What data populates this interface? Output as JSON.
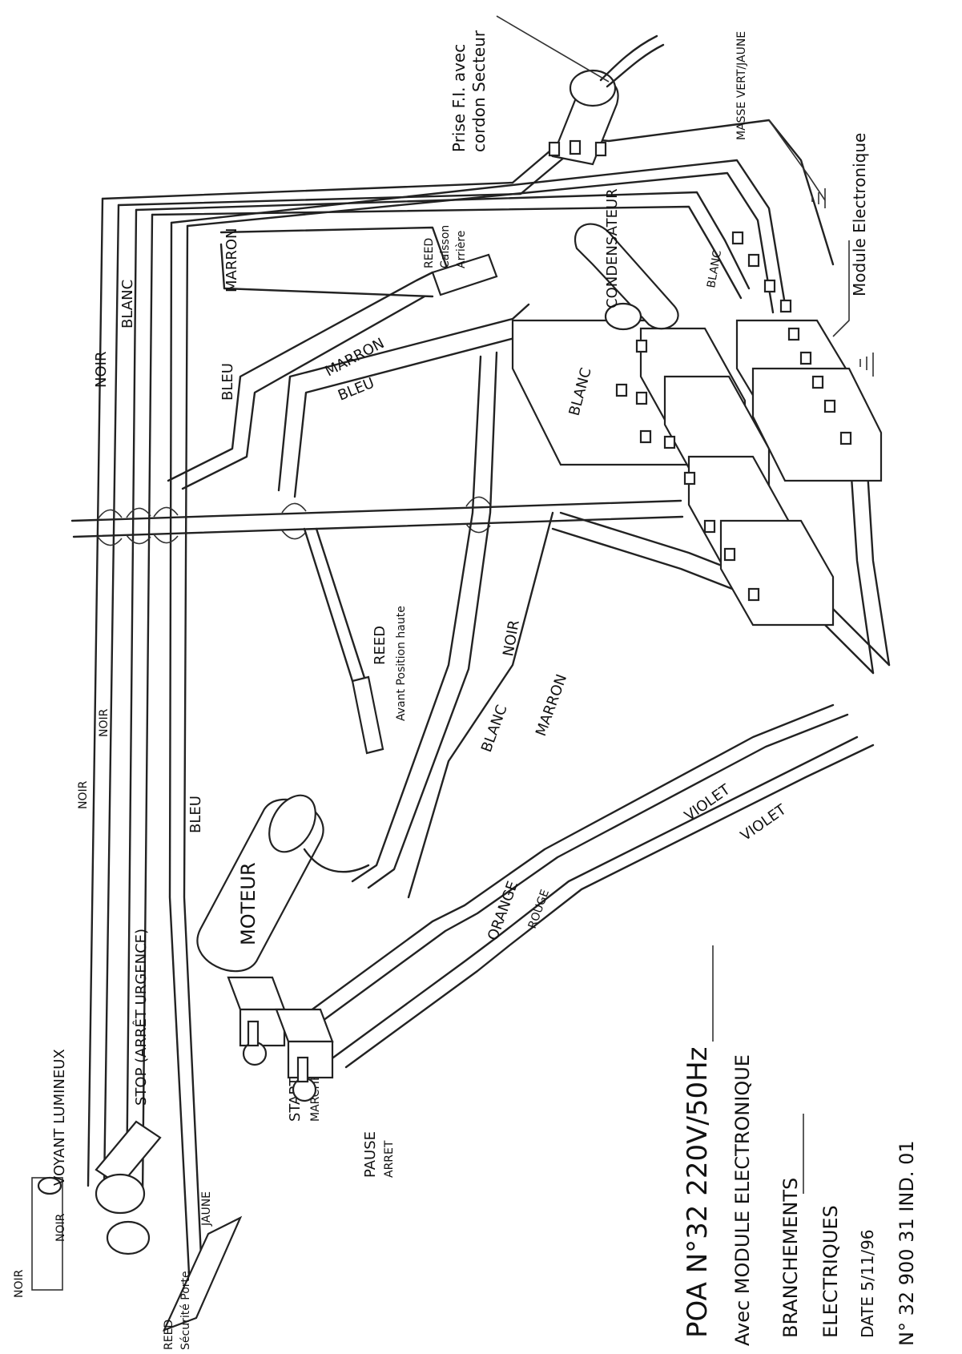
{
  "wire_labels": {
    "noir_top_left": "NOIR",
    "noir_left": "NOIR",
    "noir_strip1": "NOIR",
    "noir_strip2": "NOIR",
    "blanc_top": "BLANC",
    "noir_top": "NOIR",
    "marron_top": "MARRON",
    "bleu_mid": "BLEU",
    "marron_mid": "MARRON",
    "bleu_mid2": "BLEU",
    "blanc_right": "BLANC",
    "blanc_module": "BLANC",
    "noir_center": "NOIR",
    "marron_center": "MARRON",
    "blanc_center": "BLANC",
    "bleu_left": "BLEU",
    "orange": "ORANGE",
    "rouge": "ROUGE",
    "violet1": "VIOLET",
    "violet2": "VIOLET",
    "jaune_bottom": "JAUNE",
    "masse": "MASSE VERT/JAUNE"
  },
  "components": {
    "voyant": "VOYANT LUMINEUX",
    "stop": "STOP (ARRÊT URGENCE)",
    "start": "START",
    "marche": "MARCHE",
    "pause": "PAUSE",
    "arret": "ARRET",
    "moteur": "MOTEUR",
    "reed_avant_title": "REED",
    "reed_avant_desc": "Avant Position haute",
    "reed_caisson_title": "REED",
    "reed_caisson_desc1": "Caisson",
    "reed_caisson_desc2": "Arrière",
    "reed_secu_title": "REED",
    "reed_secu_desc": "Sécurité Porte",
    "condensateur": "CONDENSATEUR",
    "prise_line1": "Prise F.I. avec",
    "prise_line2": "cordon Secteur",
    "module": "Module Electronique"
  },
  "title_block": {
    "title": "POA N°32 220V/50Hz",
    "subtitle": "Avec MODULE ELECTRONIQUE",
    "line3": "BRANCHEMENTS",
    "line4": "ELECTRIQUES",
    "date": "DATE 5/11/96",
    "number": "N° 32 900 31 IND. 01"
  }
}
